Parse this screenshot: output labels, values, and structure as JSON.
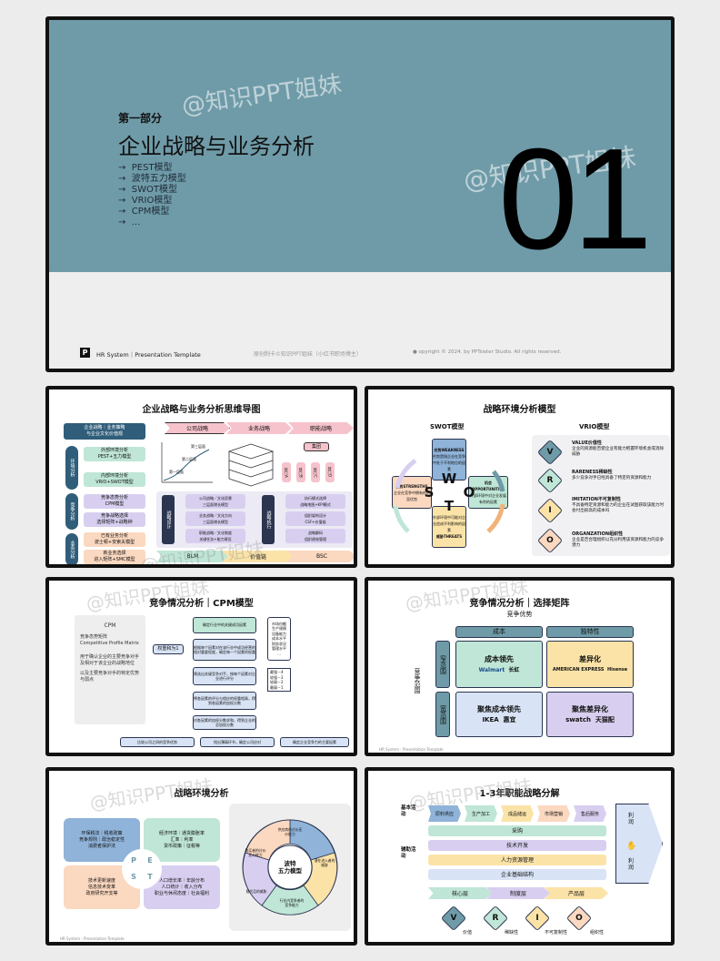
{
  "cover": {
    "watermark_1": "@知识PPT姐妹",
    "watermark_2": "@知识PPT姐妹",
    "part": "第一部分",
    "title": "企业战略与业务分析",
    "bullets": [
      "PEST模型",
      "波特五力模型",
      "SWOT模型",
      "VRIO模型",
      "CPM模型",
      "..."
    ],
    "big_number": "01",
    "logo_letter": "P",
    "brand": "HR System｜Presentation Template",
    "credit": "原创制卡©知识PPT姐妹（小红书职场博主）",
    "copyright": "● opyright © 2024. by PPTsister Studio. All rights reserved.",
    "colors": {
      "teal": "#6f9ba8",
      "band": "#eeeeee"
    }
  },
  "s2": {
    "title": "企业战略与业务分析思维导图",
    "top_chevrons": [
      "公司战略",
      "业务战略",
      "职能战略"
    ],
    "left_header": "企业战略｜业务策略\n与企业文化价值观",
    "left_labels": [
      "环境分析",
      "竞争分析",
      "业务分析"
    ],
    "left_items": [
      "外部环境分析\nPEST+五力模型",
      "内部环境分析\nVRIO+SWOT模型",
      "竞争态势分析\nCPM模型",
      "竞争战略选择\n选择矩阵+战略钟",
      "已有业务分析\n波士顿+安索夫模型",
      "新业务选择\n进入矩阵+SMC模型"
    ],
    "stage_labels": [
      "第三层面",
      "第二层面",
      "第一层面"
    ],
    "org_top": "集团",
    "org_units": [
      "部门A",
      "部门B",
      "部门C",
      "部门D"
    ],
    "design_label": "战略设计",
    "exec_label": "战略执行",
    "design_items": [
      "公司战略／文化愿景\n三层面增长模型",
      "业务战略／文化方向\n三层面增长模型",
      "职能战略／文化制度\n关键任务+能力建设"
    ],
    "exec_items": [
      "执行模式选择\n战略地图+KPI模式",
      "组织架构设计\nCSF+价值链",
      "战略解码\n组织绩效管理"
    ],
    "bottom_chevrons": [
      "BLM",
      "价值链",
      "BSC"
    ],
    "watermark": "@知识PPT姐妹"
  },
  "s3": {
    "title": "战略环境分析模型",
    "swot_title": "SWOT模型",
    "vrio_title": "VRIO模型",
    "swot_letters": [
      "W",
      "O",
      "S",
      "T"
    ],
    "swot_labels": [
      "劣势WEAKNESS",
      "机会OPPORTUNITIES",
      "优势STRENGTHS",
      "威胁THREATS"
    ],
    "swot_notes": [
      "劣势是指企业在竞争中处于不利地位的因素",
      "外部环境中对企业发展有利的因素",
      "企业在竞争中拥有的明显优势",
      "外部环境中可能对企业造成不利影响的因素"
    ],
    "vrio_letters": [
      "V",
      "R",
      "I",
      "O"
    ],
    "vrio_items": [
      {
        "head": "VALUE价值性",
        "text": "企业的资源能否使企业有能力把握环境机会或消除威胁"
      },
      {
        "head": "RARENESS稀缺性",
        "text": "多少竞争对手已经具备了特定的资源和能力"
      },
      {
        "head": "IMITATION不可复制性",
        "text": "不具备特定资源和能力的企业在试图获取该能力时会付出很高的成本吗"
      },
      {
        "head": "ORGANZATION组织性",
        "text": "企业是否合理组织以充分利用该资源和能力的竞争潜力"
      }
    ]
  },
  "s4": {
    "title": "竞争情况分析｜CPM模型",
    "cpm_label": "CPM",
    "cpm_sub": "竞争态势矩阵\nCompetitive Profile Matrix",
    "cpm_points": [
      "用于确认企业的主要竞争对手及相对于该企业的战略地位",
      "以及主要竞争对手的特定优势与弱点"
    ],
    "weight_label": "权重和为1",
    "flow": [
      "确定行业中的关键成功因素",
      "根据每个因素对在该行业中成功经营的相对重要程度，确定每一个因素的权重",
      "筛选出关键竞争对手，按每个因素对企业进行评分",
      "将各因素的评分与相应的权重相乘，得到各因素的加权分数",
      "对各因素的加权分数求和，得到企业的总加权分数"
    ],
    "scores": [
      "最强－4",
      "较强－3",
      "较弱－2",
      "最弱－1"
    ],
    "factors": "市场份额\n生产规模\n设备能力\n成本水平\n财务状况\n管理水平\n…",
    "bottom": [
      "比较公司之间的竞争优势",
      "找出薄弱环节，确定公司应对",
      "确定企业竞争力的主要因素"
    ],
    "watermark": "@知识PPT姐妹"
  },
  "s5": {
    "title": "竞争情况分析｜选择矩阵",
    "x_label": "竞争优势",
    "cols": [
      "成本",
      "独特性"
    ],
    "y_label": "竞争范围",
    "rows": [
      "窄范围",
      "宽范围"
    ],
    "cells": [
      {
        "name": "成本领先",
        "brands": [
          "Walmart",
          "长虹"
        ]
      },
      {
        "name": "差异化",
        "brands": [
          "AMERICAN EXPRESS",
          "Hisense"
        ]
      },
      {
        "name": "聚焦成本领先",
        "brands": [
          "IKEA",
          "惠宜"
        ]
      },
      {
        "name": "聚焦差异化",
        "brands": [
          "swatch",
          "天猫配"
        ]
      }
    ],
    "watermark": "@知识PPT姐妹"
  },
  "s6": {
    "title": "战略环境分析",
    "pest_letters": [
      "P",
      "E",
      "S",
      "T"
    ],
    "pest_texts": [
      "环保税法｜税收政策\n竞争规则｜政治稳定性\n消费者保护法",
      "经济环境｜通货膨胀率\n汇率｜利率\n货币政策｜征税等",
      "技术更新速度\n信息技术变革\n政府研究开支等",
      "人口增长率｜年龄分布\n人口统计｜收入分布\n职业与休闲态度｜社会福利"
    ],
    "porter_center": "波特\n五力模型",
    "porter_items": [
      "供应商的讨价还价能力",
      "潜在进入者的威胁",
      "行业内竞争者的竞争能力",
      "替代品的威胁",
      "购买者的讨价还价能力"
    ],
    "watermark": "@知识PPT姐妹"
  },
  "s7": {
    "title": "1-3年职能战略分解",
    "basic_label": "基本活动",
    "support_label": "辅助活动",
    "basic": [
      "原料供应",
      "生产加工",
      "成品储运",
      "市场营销",
      "售后服务"
    ],
    "support": [
      "采购",
      "技术开发",
      "人力资源管理",
      "企业基础结构"
    ],
    "profit": [
      "利润",
      "利润"
    ],
    "layers": [
      "核心层",
      "制度层",
      "产品层"
    ],
    "vrio_letters": [
      "V",
      "R",
      "I",
      "O"
    ],
    "vrio_labels": [
      "价值",
      "稀缺性",
      "不可复制性",
      "组织性"
    ],
    "watermark": "@知识PPT姐妹"
  },
  "common_footer": "HR System｜Presentation Template",
  "small_credit": "原创制卡©知识PPT姐妹（小红书职场博主）",
  "small_copyright": "copyright © 2024. by PPTsister Studio. All rights reserved."
}
